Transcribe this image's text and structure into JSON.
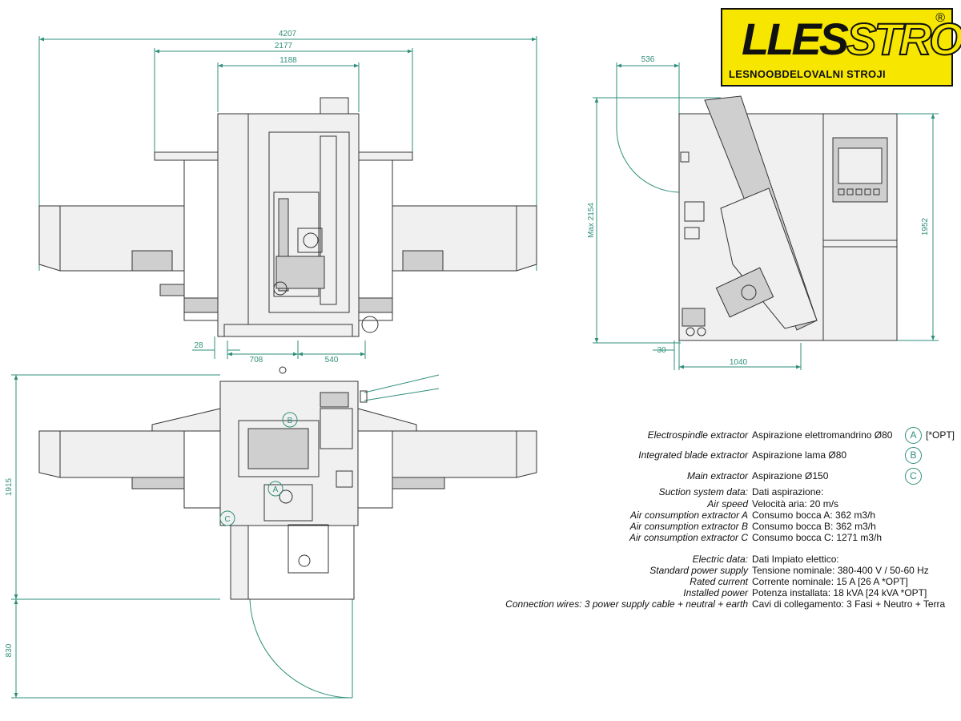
{
  "brand": {
    "wordmark": "LLESSTROJ",
    "registered": "®",
    "tagline": "LESNOOBDELOVALNI STROJI",
    "color_yellow": "#f6e600",
    "color_black": "#111111"
  },
  "dimension_color": "#2f8f7a",
  "front_view": {
    "dim_total": "4207",
    "dim_mid": "2177",
    "dim_inner": "1188",
    "dim_left_offset": "28",
    "dim_bottom_left": "708",
    "dim_bottom_right": "540"
  },
  "side_view": {
    "dim_top": "536",
    "dim_max_height": "Max 2154",
    "dim_height": "1952",
    "dim_foot": "30",
    "dim_depth": "1040"
  },
  "plan_view": {
    "dim_depth": "1915",
    "dim_door": "830",
    "marker_a": "A",
    "marker_b": "B",
    "marker_c": "C"
  },
  "extractors": [
    {
      "label": "Electrospindle extractor",
      "value": "Aspirazione elettromandrino Ø80",
      "marker": "A",
      "note": "[*OPT]"
    },
    {
      "label": "Integrated blade extractor",
      "value": "Aspirazione lama Ø80",
      "marker": "B",
      "note": ""
    },
    {
      "label": "Main extractor",
      "value": "Aspirazione Ø150",
      "marker": "C",
      "note": ""
    }
  ],
  "suction": {
    "heading_label": "Suction system data:",
    "heading_value": "Dati aspirazione:",
    "rows": [
      {
        "label": "Air speed",
        "value": "Velocità aria: 20 m/s"
      },
      {
        "label": "Air consumption extractor A",
        "value": "Consumo bocca A: 362 m3/h"
      },
      {
        "label": "Air consumption extractor B",
        "value": "Consumo bocca B: 362 m3/h"
      },
      {
        "label": "Air consumption extractor C",
        "value": "Consumo bocca C: 1271 m3/h"
      }
    ]
  },
  "electric": {
    "heading_label": "Electric data:",
    "heading_value": "Dati Impiato elettico:",
    "rows": [
      {
        "label": "Standard power supply",
        "value": "Tensione nominale: 380-400 V / 50-60 Hz"
      },
      {
        "label": "Rated current",
        "value": "Corrente nominale: 15 A [26 A *OPT]"
      },
      {
        "label": "Installed power",
        "value": "Potenza installata: 18 kVA [24 kVA *OPT]"
      },
      {
        "label": "Connection wires: 3 power supply cable + neutral + earth",
        "value": "Cavi di collegamento: 3 Fasi + Neutro + Terra"
      }
    ]
  }
}
